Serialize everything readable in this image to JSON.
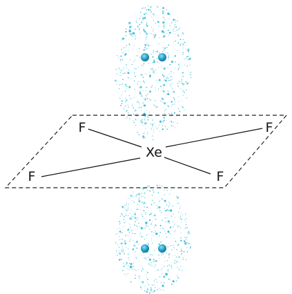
{
  "molecule": {
    "central_atom": "Xe",
    "ligands": [
      "F",
      "F",
      "F",
      "F"
    ]
  },
  "colors": {
    "electron_cloud": "#29b6d6",
    "lone_pair_electron": "#1e8fb8",
    "bond": "#111111",
    "plane_outline": "#222222"
  }
}
